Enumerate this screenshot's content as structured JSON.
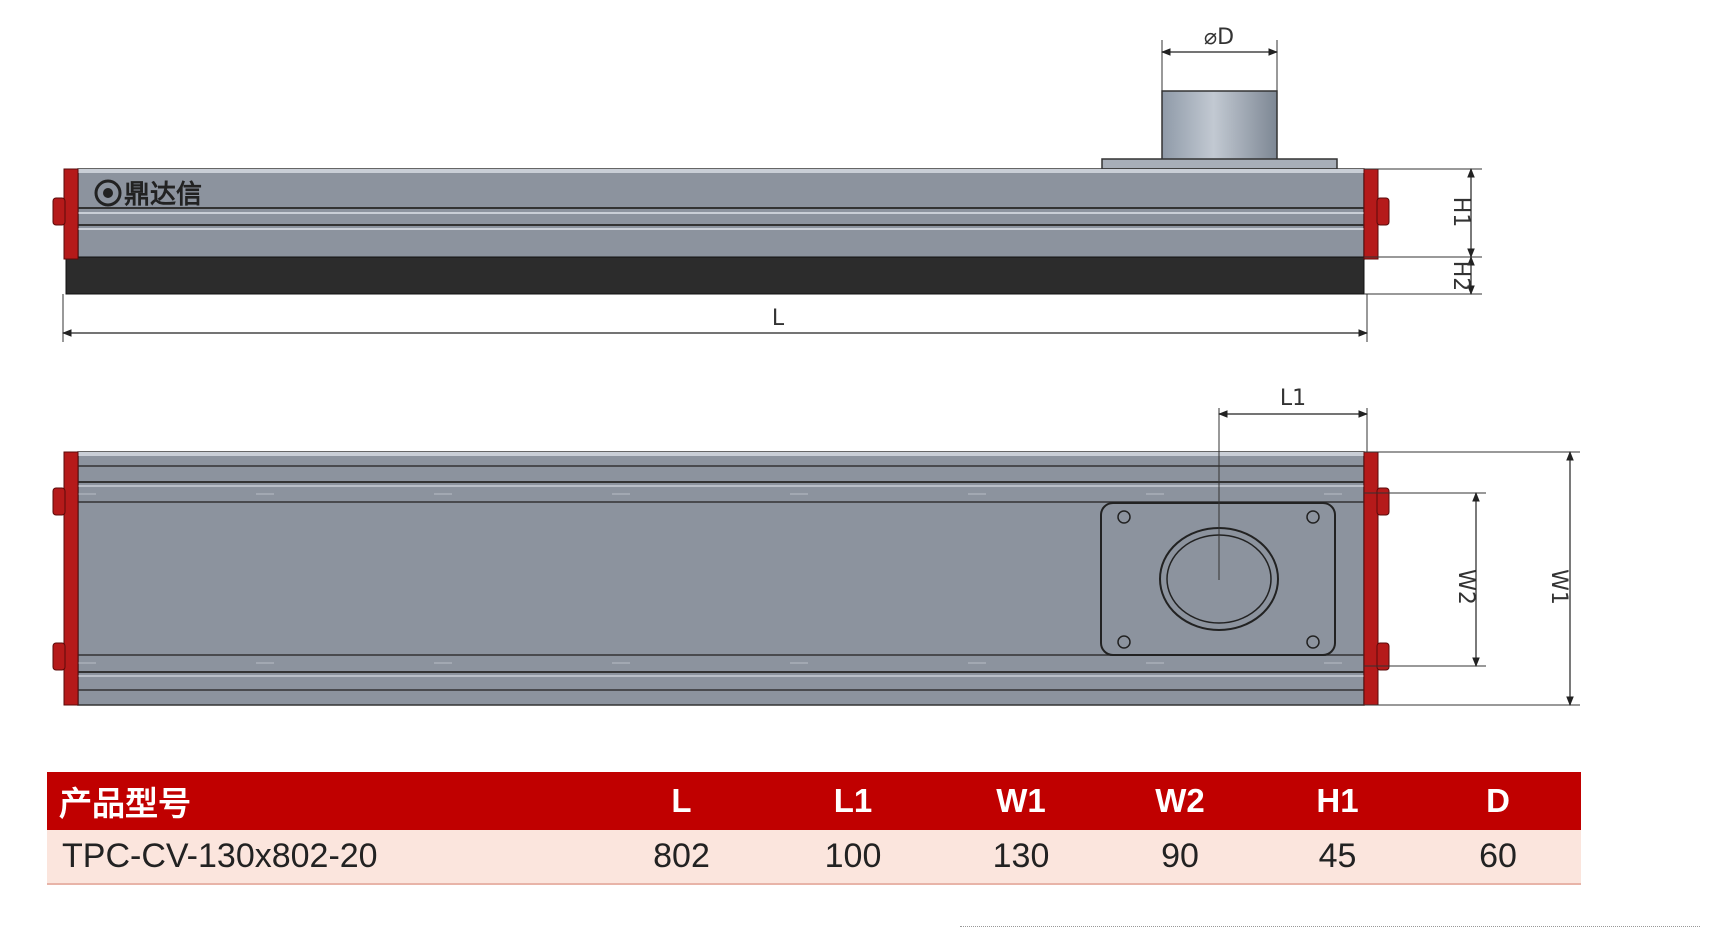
{
  "brand": {
    "logo_text": "鼎达信"
  },
  "dimension_labels": {
    "D": "⌀D",
    "L": "L",
    "H1": "H1",
    "H2": "H2",
    "L1": "L1",
    "W1": "W1",
    "W2": "W2"
  },
  "table": {
    "headers": [
      "产品型号",
      "L",
      "L1",
      "W1",
      "W2",
      "H1",
      "D"
    ],
    "rows": [
      [
        "TPC-CV-130x802-20",
        "802",
        "100",
        "130",
        "90",
        "45",
        "60"
      ]
    ]
  },
  "colors": {
    "body": "#8c939e",
    "end_cap": "#b51a1a",
    "rubber_base": "#2c2c2c",
    "table_header": "#c00000",
    "table_row": "#fbe5dd"
  }
}
